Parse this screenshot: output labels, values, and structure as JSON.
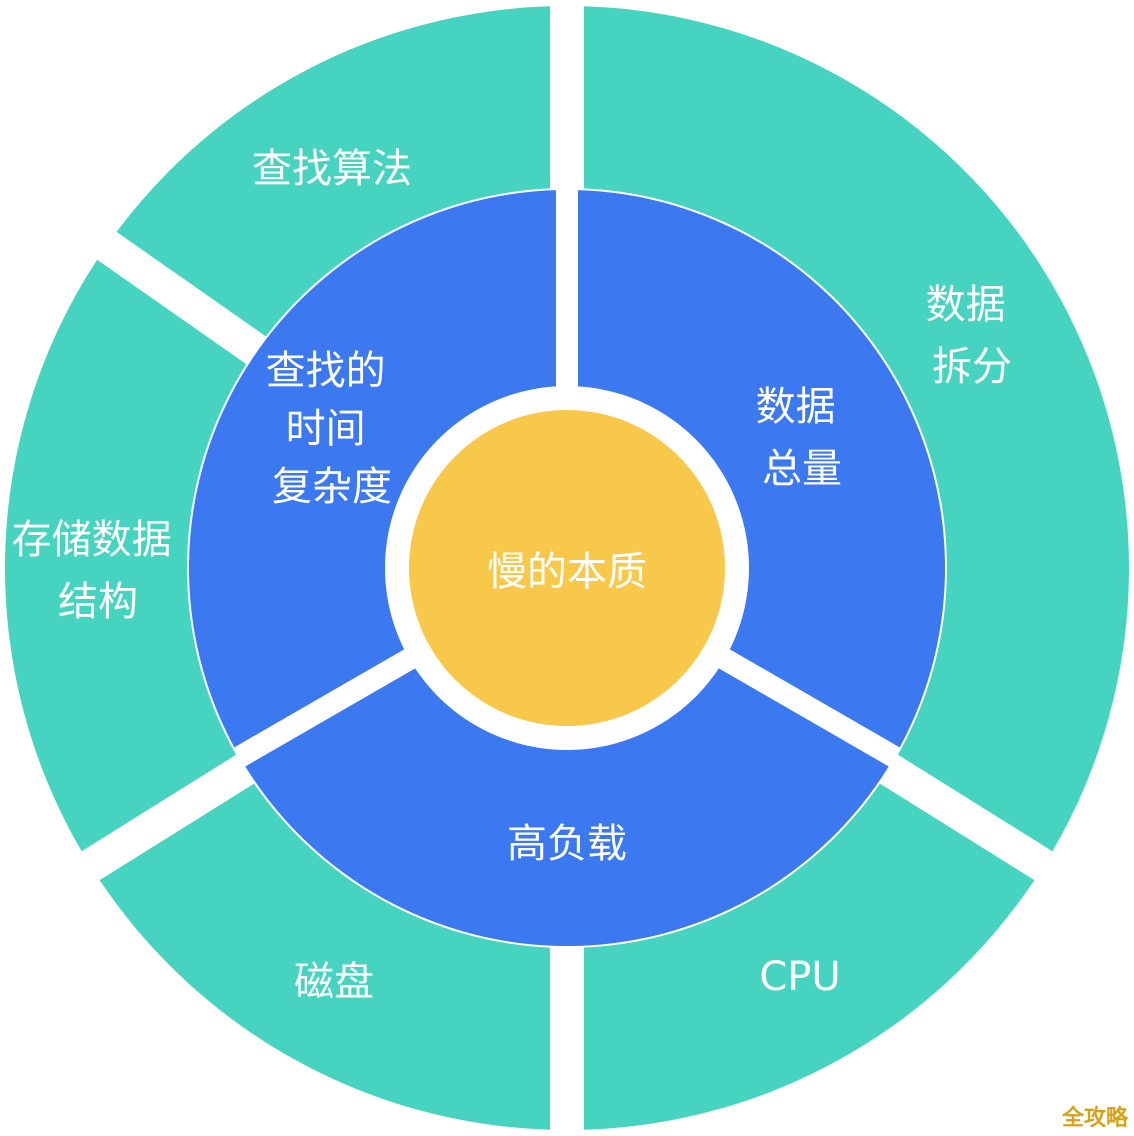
{
  "colors": {
    "outer_ring": "#46d3c0",
    "middle_ring": "#3c78f0",
    "core": "#f8c84b",
    "gap": "#ffffff",
    "text": "#ffffff",
    "watermark": "#d6a21c"
  },
  "core": {
    "label": "慢的本质"
  },
  "middle_ring": [
    {
      "id": "time-complexity",
      "lines": [
        "查找的",
        "时间",
        "复杂度"
      ]
    },
    {
      "id": "data-volume",
      "lines": [
        "数据",
        "总量"
      ]
    },
    {
      "id": "high-load",
      "lines": [
        "高负载"
      ]
    }
  ],
  "outer_ring": [
    {
      "id": "search-algorithm",
      "lines": [
        "查找算法"
      ]
    },
    {
      "id": "data-split",
      "lines": [
        "数据",
        "拆分"
      ]
    },
    {
      "id": "cpu",
      "lines": [
        "CPU"
      ]
    },
    {
      "id": "disk",
      "lines": [
        "磁盘"
      ]
    },
    {
      "id": "storage-structure",
      "lines": [
        "存储数据",
        "结构"
      ]
    }
  ],
  "watermark": {
    "label": "全攻略"
  }
}
